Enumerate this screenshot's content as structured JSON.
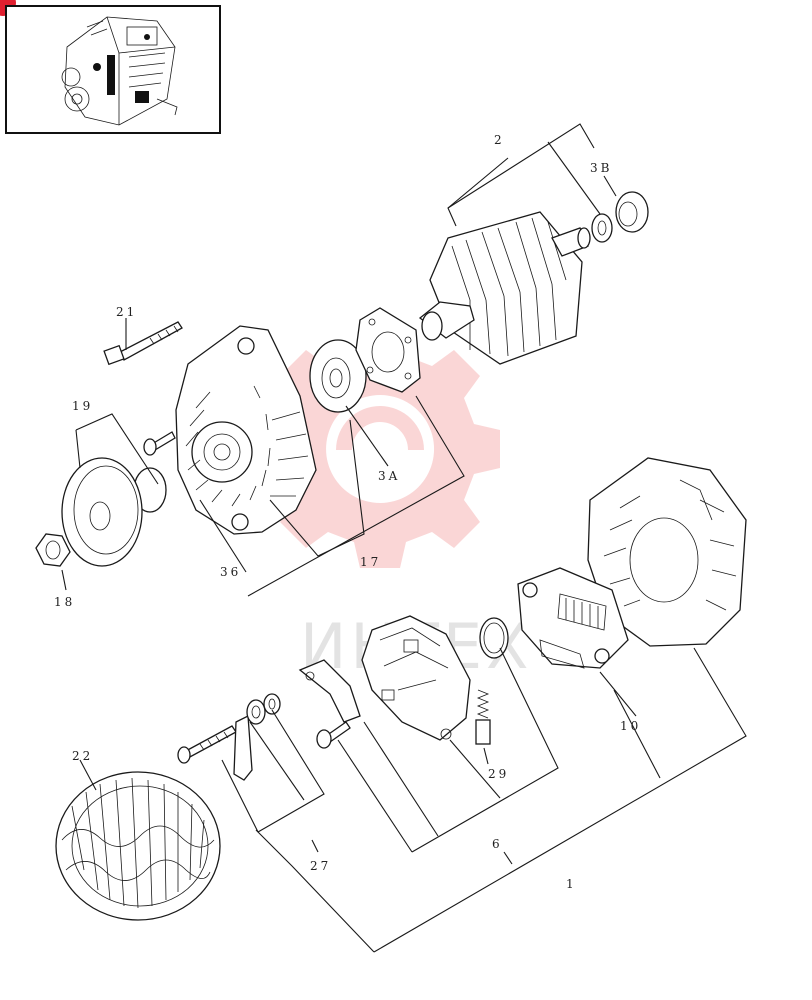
{
  "labels": {
    "l1": "1",
    "l2": "2",
    "l3a": "3A",
    "l3b": "3B",
    "l6": "6",
    "l10": "10",
    "l17": "17",
    "l18": "18",
    "l19": "19",
    "l21": "21",
    "l22": "22",
    "l27": "27",
    "l29": "29",
    "l36": "36"
  },
  "watermark": {
    "text": "ИНТЕХ"
  },
  "colors": {
    "line": "#1a1a1a",
    "watermark_gear": "#f4a3a3",
    "corner_badge": "#e02030"
  },
  "icons": {
    "thumbnail": "engine-thumbnail-icon",
    "watermark": "gear-logo-icon"
  }
}
